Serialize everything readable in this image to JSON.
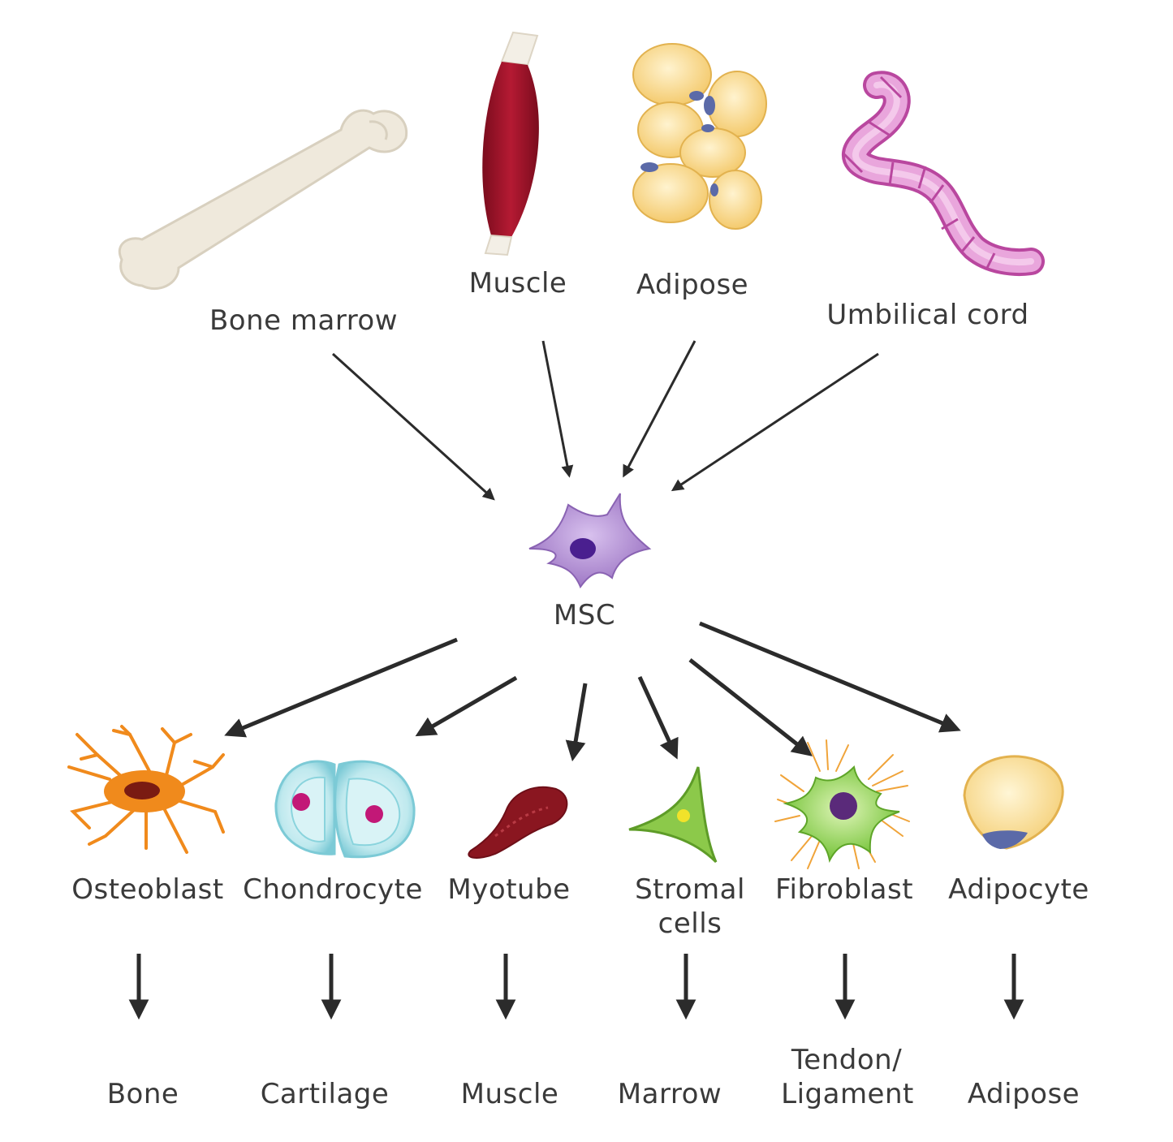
{
  "sources": {
    "bone_marrow": "Bone marrow",
    "muscle": "Muscle",
    "adipose": "Adipose",
    "umbilical_cord": "Umbilical cord"
  },
  "center": {
    "label": "MSC"
  },
  "cells": {
    "osteoblast": "Osteoblast",
    "chondrocyte": "Chondrocyte",
    "myotube": "Myotube",
    "stromal_line1": "Stromal",
    "stromal_line2": "cells",
    "fibroblast": "Fibroblast",
    "adipocyte": "Adipocyte"
  },
  "tissues": {
    "bone": "Bone",
    "cartilage": "Cartilage",
    "muscle": "Muscle",
    "marrow": "Marrow",
    "tendon_line1": "Tendon/",
    "tendon_line2": "Ligament",
    "adipose": "Adipose"
  },
  "colors": {
    "arrow": "#2b2b2b",
    "bone": "#efe9dc",
    "muscle": "#a3122b",
    "fat": "#f8d98f",
    "fat_nucleus": "#5b6aa8",
    "cord": "#d77ac6",
    "msc": "#b08ad0",
    "msc_nucleus": "#4a1f8f",
    "osteoblast": "#f08a1c",
    "chondrocyte": "#a7dfe6",
    "chondro_nucleus": "#c21877",
    "myotube": "#8a1620",
    "stromal": "#7fbf3a",
    "fibroblast": "#8fd14f",
    "fibro_nucleus": "#5a2a7a",
    "adipocyte": "#fbe3a2"
  }
}
